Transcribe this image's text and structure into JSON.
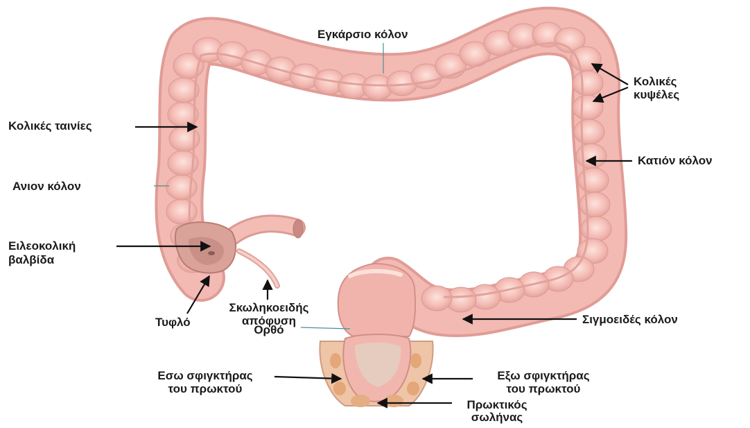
{
  "labels": {
    "transverse": "Εγκάρσιο κόλον",
    "haustra": [
      "Κολικές",
      "κυψέλες"
    ],
    "teniae": "Κολικές ταινίες",
    "descending": "Κατιόν κόλον",
    "ascending": "Ανιον κόλον",
    "ileocecal": [
      "Ειλεοκολική",
      "βαλβίδα"
    ],
    "appendix": [
      "Σκωληκοειδής",
      "απόφυση"
    ],
    "rectum": "Ορθό",
    "cecum": "Τυφλό",
    "sigmoid": "Σιγμοειδές κόλον",
    "internal_sphincter": [
      "Εσω σφιγκτήρας",
      "του πρωκτού"
    ],
    "external_sphincter": [
      "Εξω σφιγκτήρας",
      "του πρωκτού"
    ],
    "anal_canal": [
      "Πρωκτικός",
      "σωλήνας"
    ]
  },
  "colors": {
    "colon_fill": "#f3b9b3",
    "colon_light": "#fbd8d2",
    "colon_shadow": "#d98f8a",
    "tenia": "#e9a49e",
    "muscle": "#e9b98a",
    "inner": "#e6c7b5",
    "arrow": "#111111"
  }
}
